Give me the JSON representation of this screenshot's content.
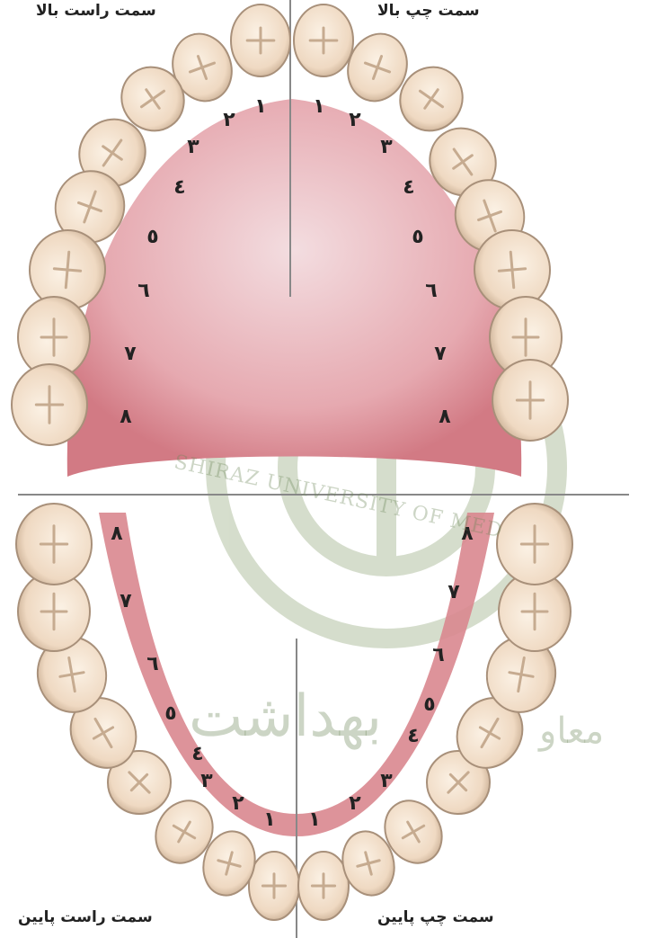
{
  "labels": {
    "upper_right": "سمت راست بالا",
    "upper_left": "سمت چپ بالا",
    "lower_right": "سمت راست پایین",
    "lower_left": "سمت چپ پایین"
  },
  "tooth_numbers": [
    "١",
    "٢",
    "٣",
    "٤",
    "٥",
    "٦",
    "٧",
    "٨"
  ],
  "watermark": {
    "university": "SHIRAZ UNIVERSITY OF MED",
    "muawin": "معاو",
    "behdasht": "بهداشت"
  },
  "colors": {
    "gum": "#d9878f",
    "gum_light": "#f1d0d3",
    "tooth": "#f1ddc8",
    "tooth_outline": "#a8907a",
    "numbers": "#222222",
    "axis": "#888888",
    "watermark": "#8aa070"
  }
}
